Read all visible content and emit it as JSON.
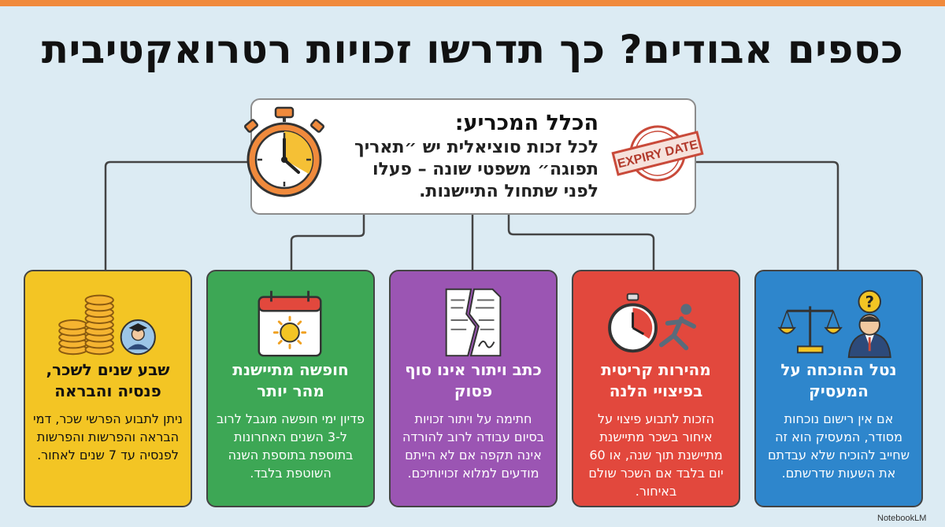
{
  "title": "כספים אבודים? כך תדרשו זכויות רטרואקטיבית",
  "rule": {
    "heading": "הכלל המכריע:",
    "text": "לכל זכות סוציאלית יש ״תאריך תפוגה״ משפטי שונה – פעלו לפני שתחול התיישנות.",
    "stamp_text": "EXPIRY DATE"
  },
  "cards": [
    {
      "title": "נטל ההוכחה על המעסיק",
      "body": "אם אין רישום נוכחות מסודר, המעסיק הוא זה שחייב להוכיח שלא עבדתם את השעות שדרשתם.",
      "color": "#2e86cc",
      "icons": [
        "scales-icon",
        "question-icon",
        "employer-icon"
      ]
    },
    {
      "title": "מהירות קריטית בפיצויי הלנה",
      "body": "הזכות לתבוע פיצוי על איחור בשכר מתיישנת מתיישנת תוך שנה, או 60 יום בלבד אם השכר שולם באיחור.",
      "color": "#e2483d",
      "icons": [
        "stopwatch-icon",
        "runner-icon"
      ]
    },
    {
      "title": "כתב ויתור אינו סוף פסוק",
      "body": "חתימה על ויתור זכויות בסיום עבודה לרוב להורדה אינה תקפה אם לא הייתם מודעים למלוא זכויותיכם.",
      "color": "#9b55b3",
      "icons": [
        "torn-document-icon"
      ]
    },
    {
      "title": "חופשה מתיישנת מהר יותר",
      "body": "פדיון ימי חופשה מוגבל לרוב ל-3 השנים האחרונות בתוספת בתוספת השנה השוטפת בלבד.",
      "color": "#3da755",
      "icons": [
        "calendar-sun-icon"
      ]
    },
    {
      "title": "שבע שנים לשכר, פנסיה והבראה",
      "body": "ניתן לתבוע הפרשי שכר, דמי הבראה והפרשות והפרשות לפנסיה עד 7 שנים לאחור.",
      "color": "#f3c524",
      "icons": [
        "coins-icon",
        "graduate-icon"
      ]
    }
  ],
  "brand": "NotebookLM"
}
